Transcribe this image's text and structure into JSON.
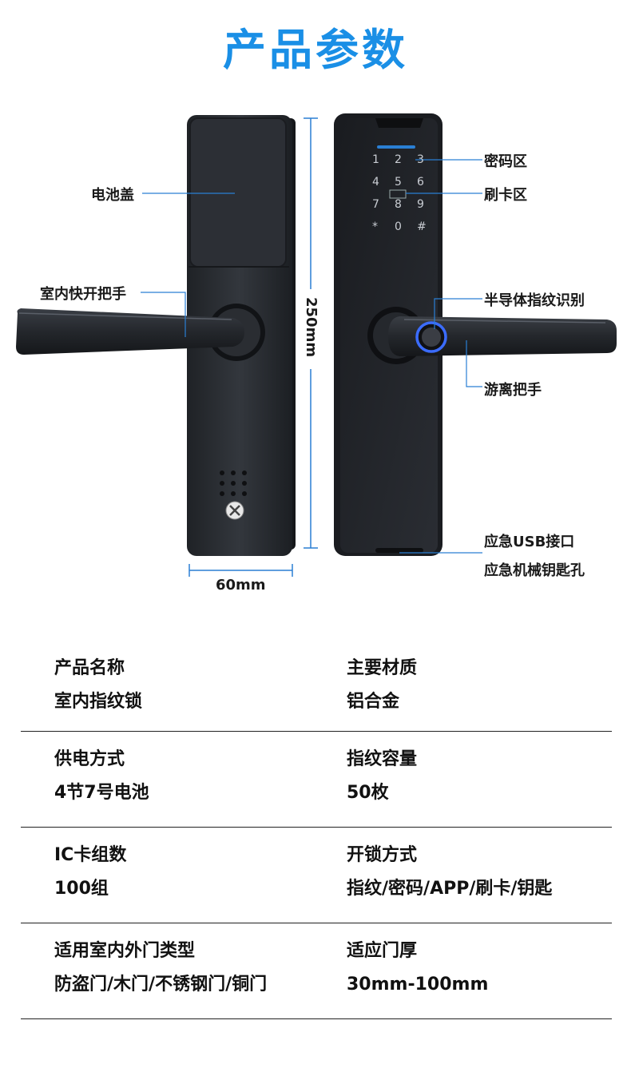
{
  "title": "产品参数",
  "callouts": {
    "battery_cover": "电池盖",
    "indoor_handle": "室内快开把手",
    "password_area": "密码区",
    "card_area": "刷卡区",
    "fingerprint": "半导体指纹识别",
    "free_handle": "游离把手",
    "usb": "应急USB接口",
    "key_hole": "应急机械钥匙孔"
  },
  "dimensions": {
    "height": "250mm",
    "width": "60mm"
  },
  "keypad": [
    "1",
    "2",
    "3",
    "4",
    "5",
    "6",
    "7",
    "8",
    "9",
    "*",
    "0",
    "#"
  ],
  "colors": {
    "title_blue": "#1a8fe6",
    "leader_line": "#2a7fd4",
    "lock_body": "#2b2e33",
    "fingerprint_ring": "#3b6cff"
  },
  "specs": [
    {
      "left_label": "产品名称",
      "left_value": "室内指纹锁",
      "right_label": "主要材质",
      "right_value": "铝合金"
    },
    {
      "left_label": "供电方式",
      "left_value": "4节7号电池",
      "right_label": "指纹容量",
      "right_value": "50枚"
    },
    {
      "left_label": "IC卡组数",
      "left_value": "100组",
      "right_label": "开锁方式",
      "right_value": "指纹/密码/APP/刷卡/钥匙"
    },
    {
      "left_label": "适用室内外门类型",
      "left_value": "防盗门/木门/不锈钢门/铜门",
      "right_label": "适应门厚",
      "right_value": "30mm-100mm"
    }
  ]
}
